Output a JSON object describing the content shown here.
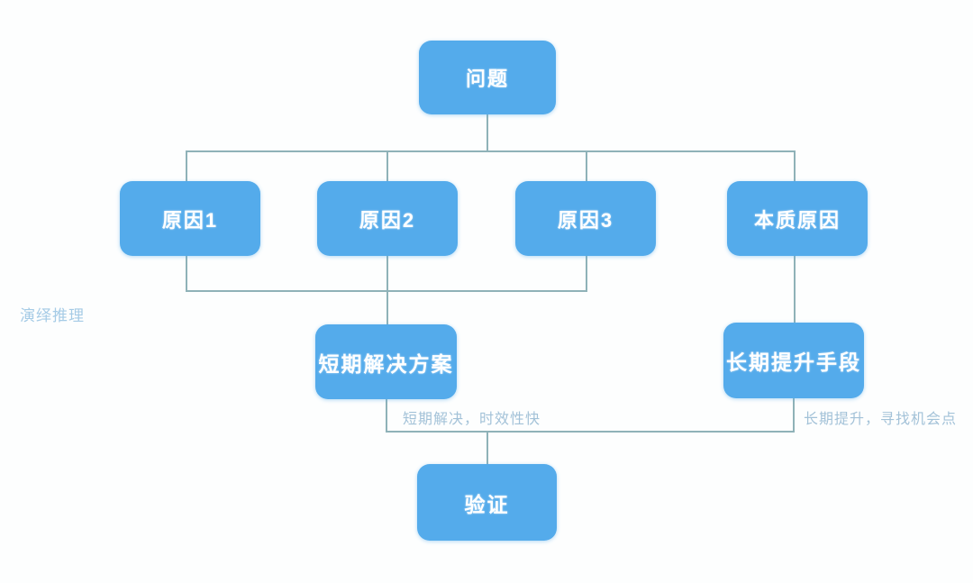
{
  "diagram": {
    "title": "root-cause-analysis-flowchart",
    "nodes": {
      "problem": {
        "label": "问题"
      },
      "cause1": {
        "label": "原因1"
      },
      "cause2": {
        "label": "原因2"
      },
      "cause3": {
        "label": "原因3"
      },
      "root_cause": {
        "label": "本质原因"
      },
      "short_term": {
        "label": "短期解决方案"
      },
      "long_term": {
        "label": "长期提升手段"
      },
      "verify": {
        "label": "验证"
      }
    },
    "annotations": {
      "deductive_reasoning": "演绎推理",
      "short_term_note": "短期解决，时效性快",
      "long_term_note": "长期提升，寻找机会点"
    },
    "colors": {
      "node_fill": "#54ABEB",
      "node_text": "#FFFFFF",
      "connector": "#8FB2B8",
      "annotation_text": "#A3C2D8",
      "side_label_text": "#A5CBE6"
    }
  }
}
